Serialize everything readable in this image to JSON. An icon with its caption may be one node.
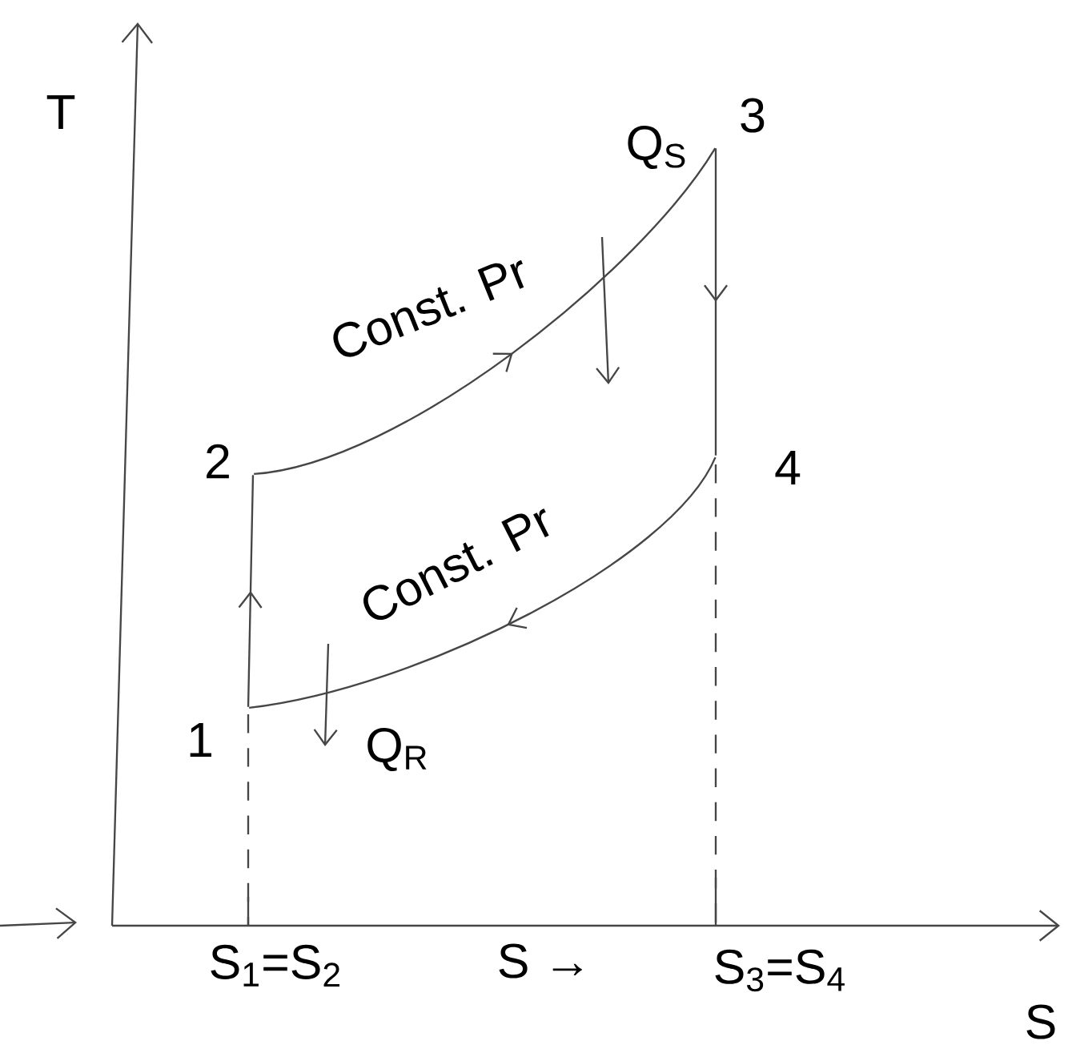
{
  "diagram": {
    "nodes": [
      {
        "text": [
          "1"
        ]
      },
      {
        "text": [
          "2"
        ]
      },
      {
        "text": [
          "3"
        ]
      },
      {
        "text": [
          "4"
        ]
      }
    ],
    "edges": [
      {
        "from": 0,
        "to": 1,
        "arrow": "to"
      },
      {
        "from": 1,
        "to": 2,
        "arrow": "to",
        "label": "Const. Pr"
      },
      {
        "from": 2,
        "to": 3,
        "arrow": "to"
      },
      {
        "from": 3,
        "to": 0,
        "arrow": "to",
        "label": "Const. Pr"
      }
    ],
    "labels": [
      "T",
      "Q$_{S}$",
      "Q$_{R}$",
      "S$_{1}$=S$_{2}$",
      "S →",
      "S$_{3}$=S$_{4}$",
      "S"
    ]
  }
}
